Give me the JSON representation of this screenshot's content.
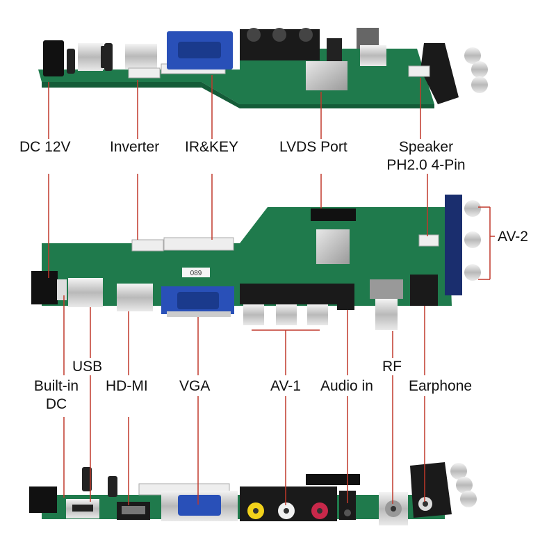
{
  "labels": {
    "dc12v": "DC 12V",
    "inverter": "Inverter",
    "irkey": "IR&KEY",
    "lvds": "LVDS Port",
    "speaker_line1": "Speaker",
    "speaker_line2": "PH2.0 4-Pin",
    "av2": "AV-2",
    "usb": "USB",
    "rf": "RF",
    "builtin_line1": "Built-in",
    "builtin_line2": "DC",
    "hdmi": "HD-MI",
    "vga": "VGA",
    "av1": "AV-1",
    "audio_in": "Audio in",
    "earphone": "Earphone"
  },
  "board_silkscreen": {
    "vga_mark": "089"
  },
  "colors": {
    "pcb": "#1f7a4c",
    "pcb_dark": "#145c38",
    "leader_line": "#c0392b",
    "vga_blue": "#2950b8",
    "rca_yellow": "#f2d21b",
    "rca_white": "#f2f2f2",
    "rca_red": "#c8284a"
  }
}
